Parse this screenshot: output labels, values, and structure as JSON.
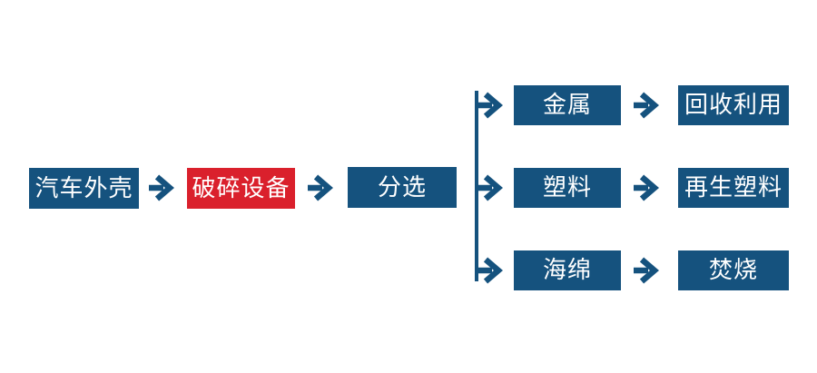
{
  "colors": {
    "background": "#ffffff",
    "node_blue": "#15527e",
    "node_red": "#da202c",
    "arrow": "#15527e",
    "text": "#ffffff"
  },
  "flowchart": {
    "main_chain": [
      {
        "label": "汽车外壳"
      },
      {
        "label": "破碎设备",
        "highlight": true
      },
      {
        "label": "分选"
      }
    ],
    "branches": [
      {
        "material": "金属",
        "destination": "回收利用"
      },
      {
        "material": "塑料",
        "destination": "再生塑料"
      },
      {
        "material": "海绵",
        "destination": "焚烧"
      }
    ]
  }
}
